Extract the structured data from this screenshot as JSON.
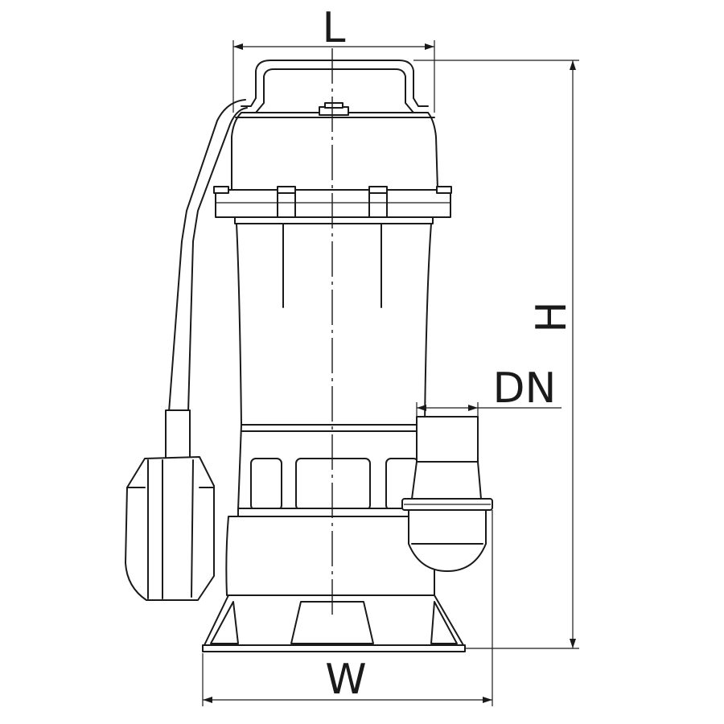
{
  "labels": {
    "length": "L",
    "height": "H",
    "outlet_diameter": "DN",
    "width": "W"
  },
  "colors": {
    "line": "#1a1a1a",
    "background": "#ffffff"
  }
}
